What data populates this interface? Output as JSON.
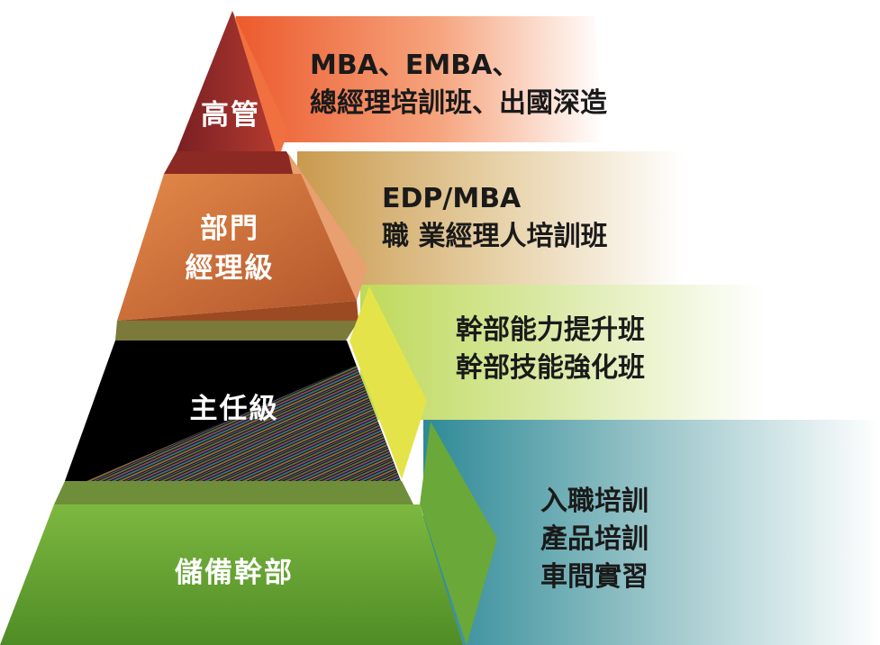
{
  "diagram": {
    "levels": [
      {
        "label_lines": [
          "高管"
        ],
        "desc_lines": [
          "MBA、EMBA、",
          "總經理培訓班、出國深造"
        ],
        "color": "#a7312a"
      },
      {
        "label_lines": [
          "部門",
          "經理級"
        ],
        "desc_lines": [
          "EDP/MBA",
          "職 業經理人培訓班"
        ],
        "color": "#d9783c"
      },
      {
        "label_lines": [
          "主任級"
        ],
        "desc_lines": [
          "幹部能力提升班",
          "幹部技能強化班"
        ],
        "color": "#000000"
      },
      {
        "label_lines": [
          "儲備幹部"
        ],
        "desc_lines": [
          "入職培訓",
          "產品培訓",
          "車間實習"
        ],
        "color": "#72a83a"
      }
    ]
  }
}
